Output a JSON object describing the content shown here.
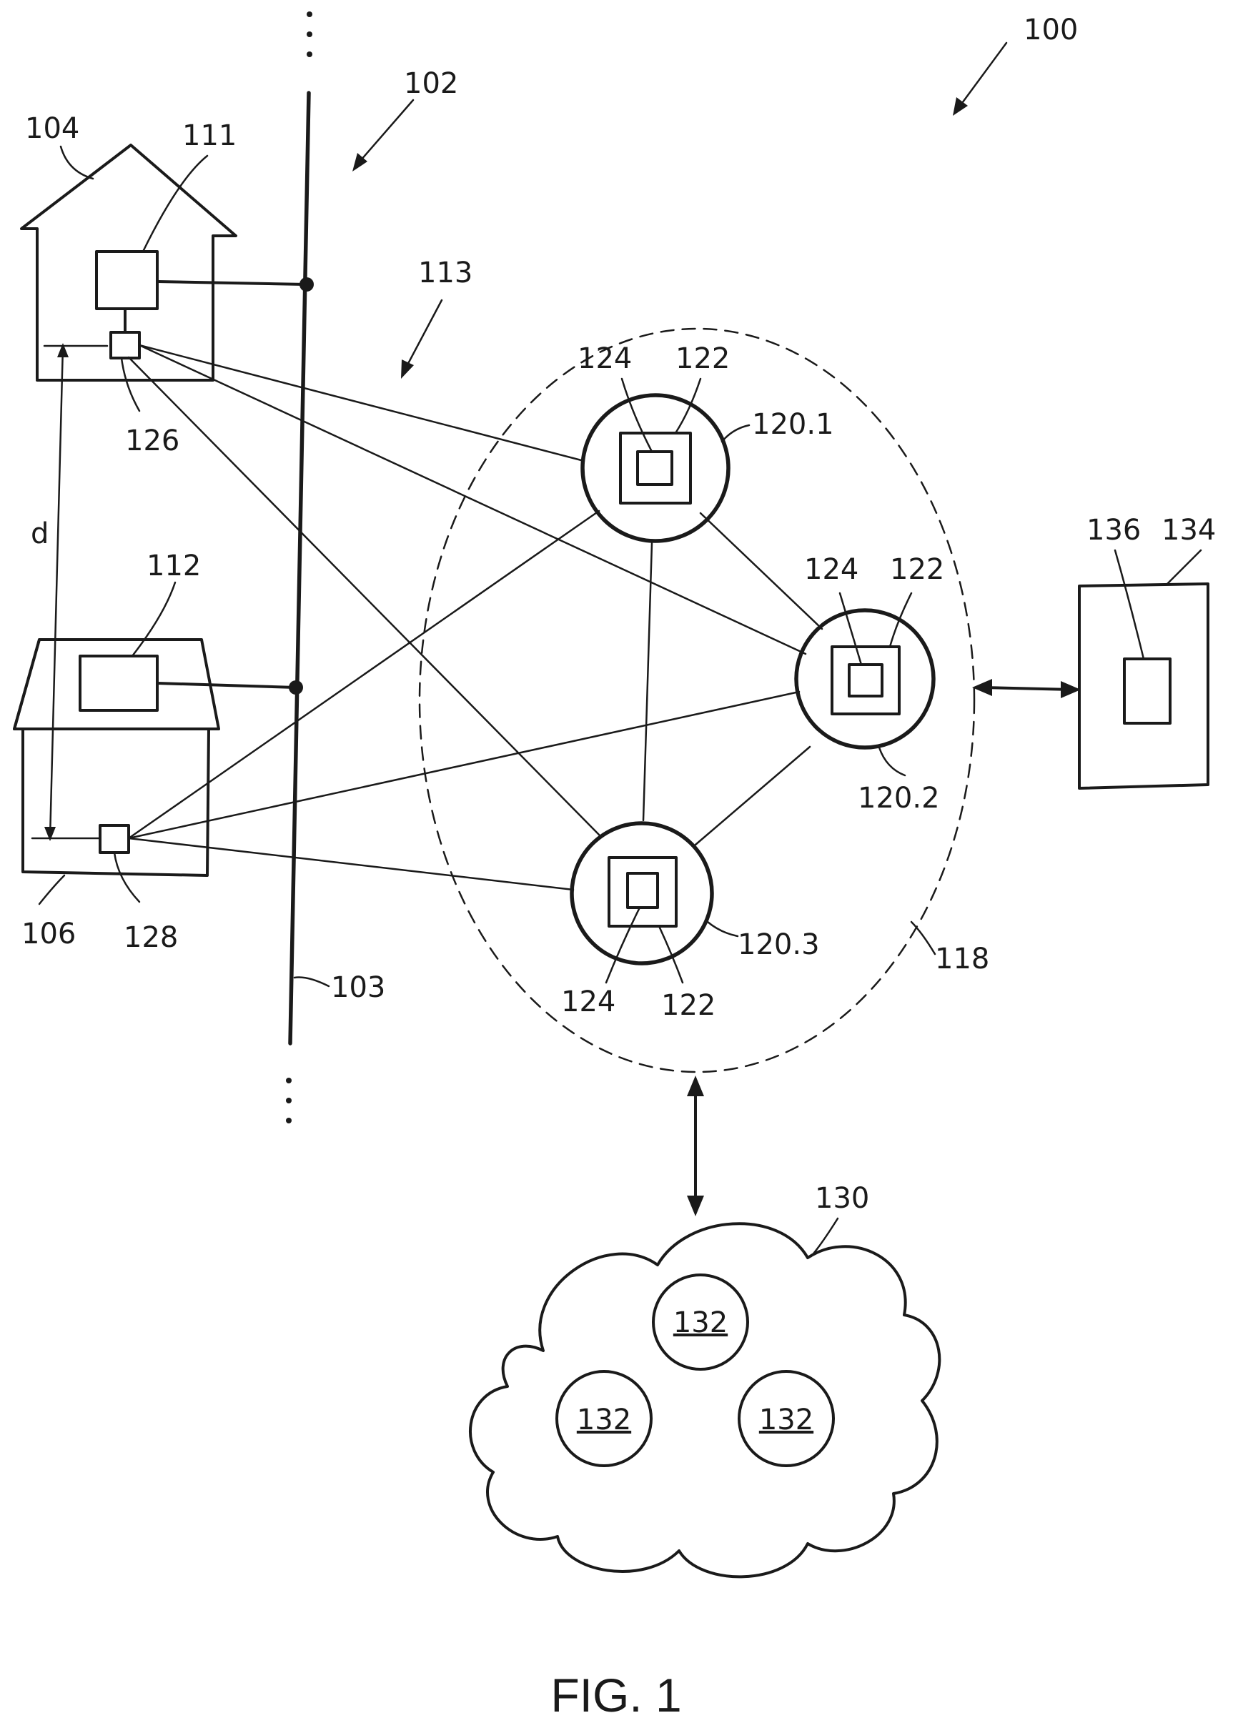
{
  "labels": {
    "system": "100",
    "power_grid": "102",
    "grid_line": "103",
    "house_1": "104",
    "house_2": "106",
    "meter_1": "111",
    "meter_2": "112",
    "network": "113",
    "node_network": "118",
    "node_1": "120.1",
    "node_2": "120.2",
    "node_3": "120.3",
    "device_1": "126",
    "device_2": "128",
    "processor_1": "124",
    "processor_2": "124",
    "processor_3": "124",
    "memory_1": "122",
    "memory_2": "122",
    "memory_3": "122",
    "cloud": "130",
    "server_1": "132",
    "server_2": "132",
    "server_3": "132",
    "external_device": "134",
    "external_module": "136",
    "distance": "d",
    "continuation_top": "⋮",
    "continuation_bottom": "⋮"
  },
  "caption": "FIG. 1"
}
